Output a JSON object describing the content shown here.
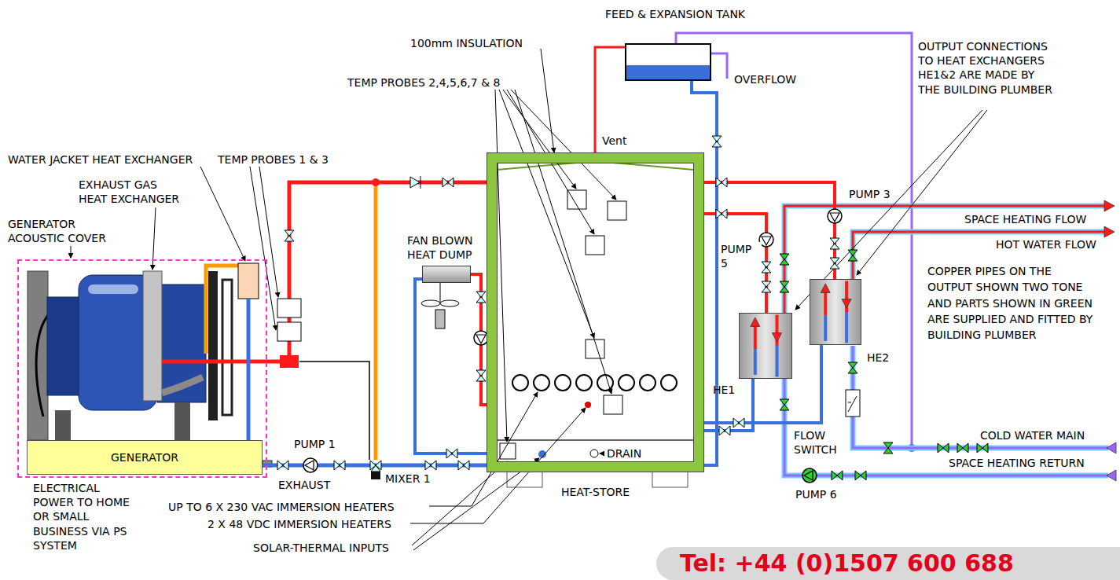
{
  "diagram": {
    "nodes": [
      {
        "text": [
          "GENERATOR ACOUSTIC COVER"
        ]
      },
      {
        "text": [
          "GENERATOR"
        ],
        "in": 0
      },
      {
        "text": [
          "FAN BLOWN HEAT DUMP"
        ]
      },
      {
        "text": [
          "FEED & EXPANSION TANK"
        ]
      },
      {
        "text": [
          "HEAT-STORE"
        ]
      },
      {
        "text": [
          "HE1"
        ]
      },
      {
        "text": [
          "HE2"
        ]
      },
      {
        "text": [
          "Tel: +44 (0)1507 600 688"
        ]
      }
    ],
    "edges": [
      {
        "from": 3,
        "to": 4,
        "arrow": "none"
      },
      {
        "from": 4,
        "to": 5,
        "arrow": "none"
      },
      {
        "from": 4,
        "to": 6,
        "arrow": "none"
      },
      {
        "from": 5,
        "to": 4,
        "arrow": "none"
      },
      {
        "from": 6,
        "to": 4,
        "arrow": "none"
      },
      {
        "from": 2,
        "to": 4,
        "arrow": "none"
      }
    ],
    "labels": [
      "100mm INSULATION",
      "Vent",
      "TEMP PROBES 2,4,5,6,7 & 8",
      "TEMP PROBES 1 & 3",
      "WATER JACKET HEAT EXCHANGER",
      "EXHAUST GAS HEAT EXCHANGER",
      "PUMP 1",
      "MIXER 1",
      "EXHAUST",
      "ELECTRICAL POWER TO HOME OR SMALL BUSINESS VIA PS SYSTEM",
      "UP TO 6 X 230 VAC IMMERSION HEATERS",
      "2 X 48 VDC IMMERSION HEATERS",
      "SOLAR-THERMAL INPUTS",
      "DRAIN",
      "OVERFLOW",
      "PUMP 5",
      "PUMP 3",
      "FLOW SWITCH",
      "OUTPUT CONNECTIONS TO HEAT EXCHANGERS HE1&2 ARE MADE BY THE BUILDING PLUMBER",
      "SPACE HEATING FLOW",
      "HOT WATER FLOW",
      "COPPER PIPES ON THE OUTPUT SHOWN TWO TONE AND PARTS SHOWN IN GREEN ARE SUPPLIED AND FITTED BY BUILDING PLUMBER",
      "COLD WATER MAIN",
      "SPACE HEATING RETURN",
      "PUMP 6"
    ]
  }
}
